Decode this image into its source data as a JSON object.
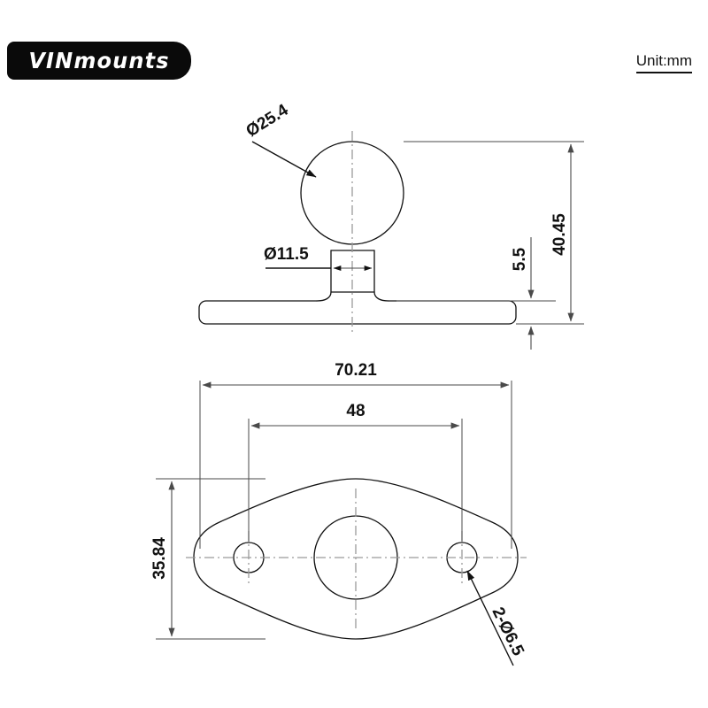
{
  "header": {
    "logo_text": "VINmounts",
    "unit_label": "Unit:mm"
  },
  "drawing": {
    "title": "Ball mount technical drawing",
    "views": [
      {
        "name": "side-view",
        "description": "Side elevation of ball and base plate"
      },
      {
        "name": "bottom-view",
        "description": "Plan view of diamond base plate"
      }
    ],
    "dimensions": {
      "ball_diameter": "Ø25.4",
      "neck_diameter": "Ø11.5",
      "total_height": "40.45",
      "plate_thickness": "5.5",
      "plate_length": "70.21",
      "hole_spacing": "48",
      "plate_width": "35.84",
      "mounting_holes": "2-Ø6.5"
    },
    "colors": {
      "object_line": "#111111",
      "dimension_line": "#4a4a4a",
      "center_line": "#9a9a9a",
      "background": "#ffffff",
      "logo_background": "#0a0a0a"
    }
  }
}
